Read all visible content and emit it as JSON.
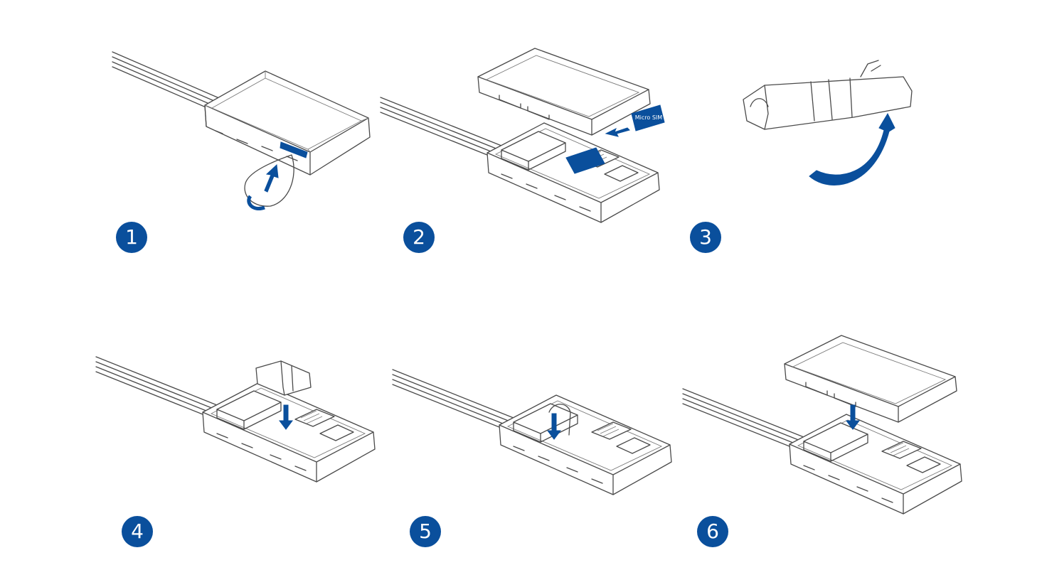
{
  "steps": [
    {
      "number": "1",
      "icon": "open-cover-icon"
    },
    {
      "number": "2",
      "icon": "insert-sim-icon"
    },
    {
      "number": "3",
      "icon": "battery-icon"
    },
    {
      "number": "4",
      "icon": "connect-battery-icon"
    },
    {
      "number": "5",
      "icon": "place-battery-icon"
    },
    {
      "number": "6",
      "icon": "close-cover-icon"
    }
  ],
  "sim_label": "Micro SIM",
  "colors": {
    "accent": "#0a4f9c",
    "line": "#4a4a4a",
    "background": "#ffffff"
  }
}
